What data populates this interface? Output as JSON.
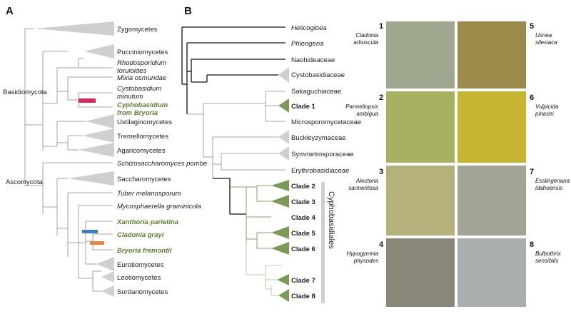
{
  "panels": {
    "a": "A",
    "b": "B"
  },
  "treeA": {
    "labels": [
      "Zygomycetes",
      "Pucciniomycetes",
      "Rhodosporidium",
      "toruloides",
      "Mixia osmundae",
      "Cystobasidium",
      "minutum",
      "Cyphobasidium",
      "from Bryoria",
      "Ustilaginomycetes",
      "Tremellomycetes",
      "Agaricomycetes",
      "Schizosaccharomyces pombe",
      "Saccharomycetes",
      "Tuber melanosporum",
      "Mycosphaerella graminicola",
      "Xanthoria parietina",
      "Cladonia grayi",
      "Bryoria fremontii",
      "Eurotiomycetes",
      "Leotiomycetes",
      "Sordariomycetes"
    ],
    "basidiomycota": "Basidiomycota",
    "ascomycota": "Ascomycota",
    "colors": {
      "cyphobasidium_bar": "#d42a5b",
      "cladonia_bar": "#3a7ec6",
      "bryoria_bar": "#e8853a",
      "green_text": "#5a7d2e"
    }
  },
  "treeB": {
    "labels": [
      "Helicogloea",
      "Phleogena",
      "Naohideaceae",
      "Cystobasidiaceae",
      "Sakaguchiaceae",
      "Clade 1",
      "Microsporomycetaceae",
      "Buckleyzymaceae",
      "Symmetrosporaceae",
      "Erythrobasidiaceae",
      "Clade 2",
      "Clade 3",
      "Clade 4",
      "Clade 5",
      "Clade 6",
      "Clade 7",
      "Clade 8"
    ],
    "order": "Cyphobasidiales",
    "colors": {
      "clade": "#7a9a55"
    }
  },
  "photos": [
    {
      "num": "1",
      "name1": "Cladonia",
      "name2": "arbuscula",
      "color": "#9fa88f"
    },
    {
      "num": "5",
      "name1": "Usnea",
      "name2": "silesiaca",
      "color": "#9b8a4a"
    },
    {
      "num": "2",
      "name1": "Parmeliopsis",
      "name2": "ambigua",
      "color": "#a8b160"
    },
    {
      "num": "6",
      "name1": "Vulpicida",
      "name2": "pinastri",
      "color": "#c7b532"
    },
    {
      "num": "3",
      "name1": "Alectoria",
      "name2": "sarmentosa",
      "color": "#b4b27a"
    },
    {
      "num": "7",
      "name1": "Esslingeriana",
      "name2": "idahoensis",
      "color": "#a2a496"
    },
    {
      "num": "4",
      "name1": "Hypogymnia",
      "name2": "physodes",
      "color": "#8a8678"
    },
    {
      "num": "8",
      "name1": "Bulbothrix",
      "name2": "sensibilis",
      "color": "#a9aeae"
    }
  ]
}
